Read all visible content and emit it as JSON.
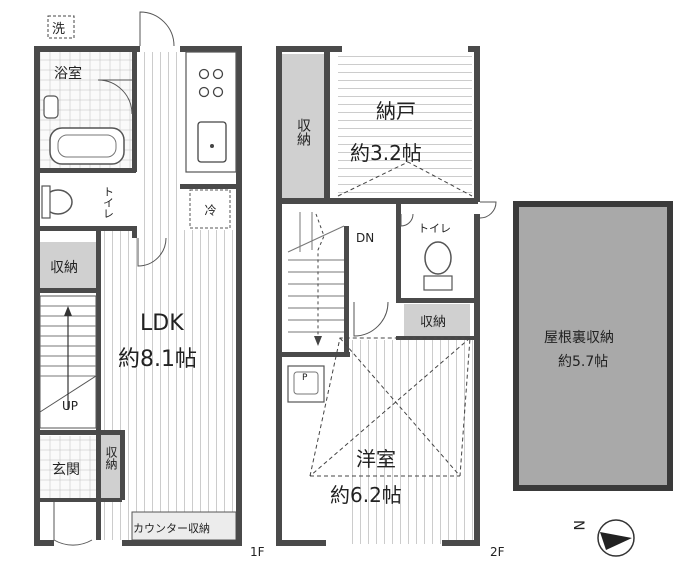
{
  "floor1": {
    "level_label": "1F",
    "laundry_label": "洗",
    "bath_label": "浴室",
    "toilet_label": "トイレ",
    "fridge_label": "冷",
    "storage_label": "収納",
    "ldk_label": "LDK",
    "ldk_size": "約8.1帖",
    "stair_label": "UP",
    "entrance_label": "玄関",
    "shoe_storage_label": "収納",
    "counter_storage_label": "カウンター収納"
  },
  "floor2": {
    "level_label": "2F",
    "storage_room_label": "納戸",
    "storage_room_size": "約3.2帖",
    "closet_label": "収納",
    "stair_label": "DN",
    "toilet_label": "トイレ",
    "closet2_label": "収納",
    "western_room_label": "洋室",
    "western_room_size": "約6.2帖",
    "sink_mark": "P"
  },
  "attic": {
    "label": "屋根裏収納",
    "size": "約5.7帖"
  },
  "compass": {
    "north_label": "N"
  },
  "colors": {
    "wall": "#4a4a4a",
    "storage_fill": "#d0d0d0",
    "attic_fill": "#a9a9a9",
    "line": "#555555"
  }
}
